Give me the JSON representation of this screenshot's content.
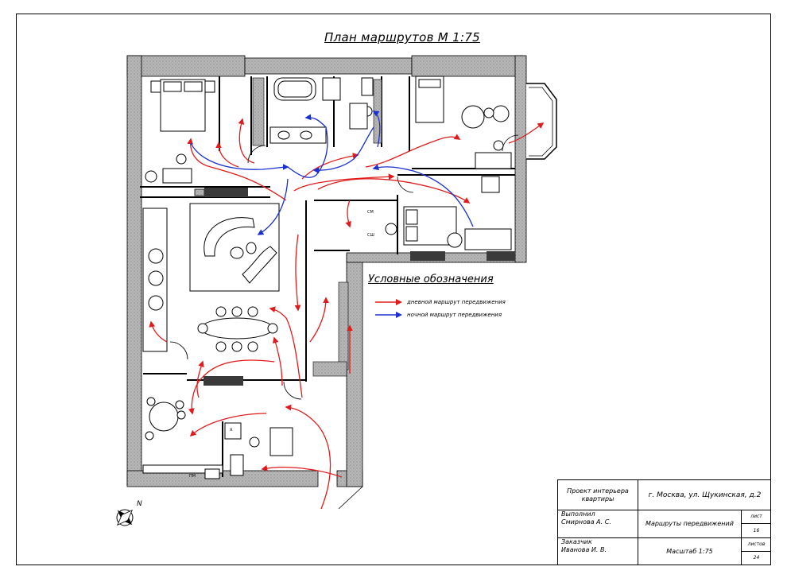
{
  "title": "План маршрутов М 1:75",
  "legend": {
    "title": "Условные обозначения",
    "items": [
      {
        "label": "дневной маршрут передвижения",
        "color": "#e01b1b"
      },
      {
        "label": "ночной маршрут передвижения",
        "color": "#1a2fd1"
      }
    ]
  },
  "plan_labels": {
    "label_sm": "СМ",
    "label_ssh": "СШ",
    "label_pm": "ПМ",
    "label_x": "х"
  },
  "title_block": {
    "project": "Проект интерьера квартиры",
    "address": "г. Москва, ул. Щукинская, д.2",
    "author_label": "Выполнил",
    "author": "Смирнова А. С.",
    "sheet_name": "Маршруты передвижений",
    "sheet_label": "лист",
    "sheet_no": "16",
    "client_label": "Заказчик",
    "client": "Иванова И. В.",
    "scale": "Масштаб 1:75",
    "sheets_label": "листов",
    "sheets_total": "24"
  },
  "north": "N",
  "colors": {
    "day_route": "#e01b1b",
    "night_route": "#1a2fd1",
    "wall_fill": "#a9a9a9"
  }
}
